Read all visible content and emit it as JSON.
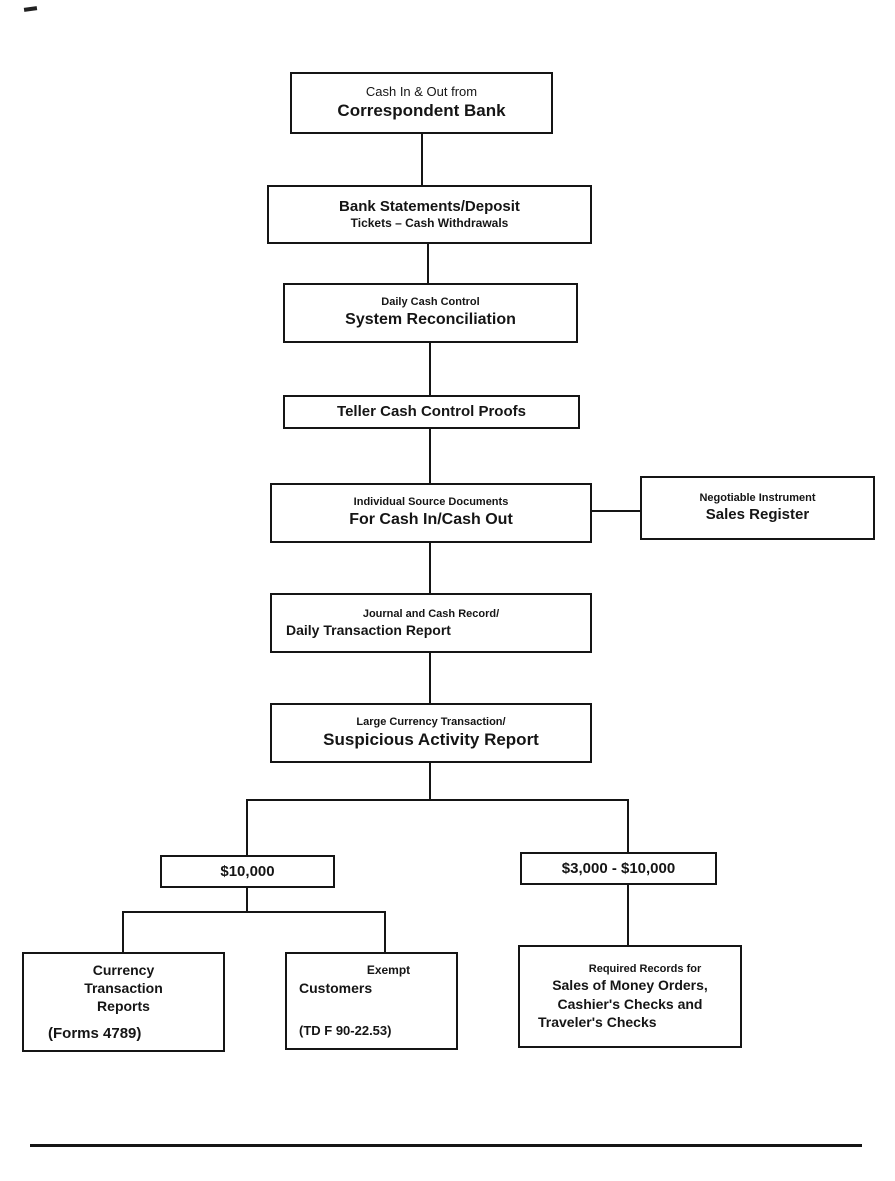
{
  "page": {
    "background": "#ffffff",
    "ink": "#151515"
  },
  "diagram": {
    "nodes": {
      "correspondent_bank": {
        "line1": "Cash In & Out from",
        "line2": "Correspondent Bank"
      },
      "bank_statements": {
        "line1": "Bank Statements/Deposit",
        "line2": "Tickets – Cash Withdrawals"
      },
      "system_reconciliation": {
        "line1": "Daily Cash Control",
        "line2": "System Reconciliation"
      },
      "teller_cash_control": {
        "label": "Teller Cash Control Proofs"
      },
      "source_documents": {
        "line1": "Individual Source Documents",
        "line2": "For Cash In/Cash Out"
      },
      "sales_register": {
        "line1": "Negotiable Instrument",
        "line2": "Sales Register"
      },
      "daily_transaction_report": {
        "line1": "Journal and Cash Record/",
        "line2": "Daily Transaction Report"
      },
      "suspicious_activity_report": {
        "line1": "Large Currency Transaction/",
        "line2": "Suspicious Activity Report"
      },
      "threshold_10000": {
        "label": "$10,000"
      },
      "threshold_3000_10000": {
        "label": "$3,000 - $10,000"
      },
      "currency_transaction_reports": {
        "line1": "Currency",
        "line2": "Transaction",
        "line3": "Reports",
        "line4": "(Forms 4789)"
      },
      "exempt_customers": {
        "line1": "Exempt",
        "line2": "Customers",
        "line3": "(TD F 90-22.53)"
      },
      "required_records": {
        "line1": "Required Records for",
        "line2": "Sales of Money Orders,",
        "line3": "Cashier's Checks and",
        "line4": "Traveler's Checks"
      }
    }
  }
}
